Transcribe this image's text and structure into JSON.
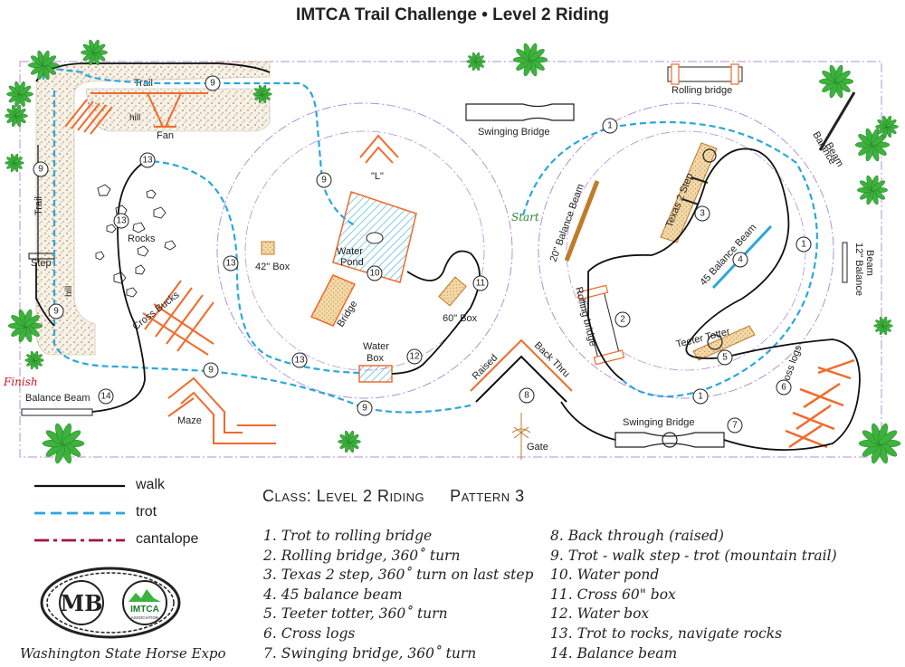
{
  "title": "IMTCA Trail Challenge  •  Level 2 Riding",
  "map": {
    "obstacles": {
      "trail_top": "Trail",
      "trail_side": "Trail",
      "hill_top": "hill",
      "hill_side": "hill",
      "fan": "Fan",
      "step": "Step",
      "rocks": "Rocks",
      "cross_bucks": "Cross Bucks",
      "finish": "Finish",
      "balance_beam_bottom": "Balance Beam",
      "maze": "Maze",
      "l_shape": "\"L\"",
      "box_42": "42\" Box",
      "water_pond": [
        "Water",
        "Pond"
      ],
      "bridge": "Bridge",
      "water_box": [
        "Water",
        "Box"
      ],
      "box_60": "60\" Box",
      "swinging_bridge_top": "Swinging Bridge",
      "rolling_bridge_top": "Rolling bridge",
      "balance_beam_right": [
        "Balance",
        "Beam"
      ],
      "start": "Start",
      "balance_beam_20": "20\" Balance Beam",
      "texas_2_step": "Texas 2 Step",
      "balance_beam_45": "45 Balance Beam",
      "balance_beam_12": [
        "12\" Balance",
        "Beam"
      ],
      "rolling_bridge_mid": "Rolling bridge",
      "teeter_totter": "Teeter Totter",
      "cross_logs": "Cross logs",
      "raised": "Raised",
      "back_thru": "Back Thru",
      "gate": "Gate",
      "swinging_bridge_bottom": "Swinging Bridge"
    },
    "markers": [
      {
        "n": "1"
      },
      {
        "n": "2"
      },
      {
        "n": "3"
      },
      {
        "n": "4"
      },
      {
        "n": "5"
      },
      {
        "n": "6"
      },
      {
        "n": "7"
      },
      {
        "n": "8"
      },
      {
        "n": "9"
      },
      {
        "n": "10"
      },
      {
        "n": "11"
      },
      {
        "n": "12"
      },
      {
        "n": "13"
      },
      {
        "n": "14"
      }
    ]
  },
  "legend": [
    {
      "label": "walk",
      "color": "#111111",
      "style": "solid"
    },
    {
      "label": "trot",
      "color": "#2aa7dc",
      "style": "dashed"
    },
    {
      "label": "cantalope",
      "color": "#a3153a",
      "style": "dashdot"
    }
  ],
  "class_header": {
    "class_label": "Class: Level 2 Riding",
    "pattern_label": "Pattern 3"
  },
  "steps_col1": [
    "1. Trot to rolling bridge",
    "2. Rolling bridge, 360˚ turn",
    "3. Texas 2 step, 360˚ turn on last step",
    "4. 45 balance beam",
    "5. Teeter totter, 360˚ turn",
    "6. Cross logs",
    "7. Swinging bridge, 360˚ turn"
  ],
  "steps_col2": [
    "8. Back through (raised)",
    "9. Trot - walk step - trot (mountain trail)",
    "10. Water pond",
    "11. Cross 60\" box",
    "12. Water box",
    "13. Trot to rocks, navigate rocks",
    "14. Balance beam"
  ],
  "logo": {
    "monogram": "MB",
    "badge": "IMTCA",
    "badge_sub": "ASSOCIATION"
  },
  "footer": "Washington State Horse Expo",
  "colors": {
    "walk": "#111111",
    "trot": "#2aa7dc",
    "obstacle": "#f26a2a",
    "boundary": "#b58fd6",
    "plant": "#3cb33c",
    "finish": "#d4141c",
    "start": "#2e8b2e"
  }
}
